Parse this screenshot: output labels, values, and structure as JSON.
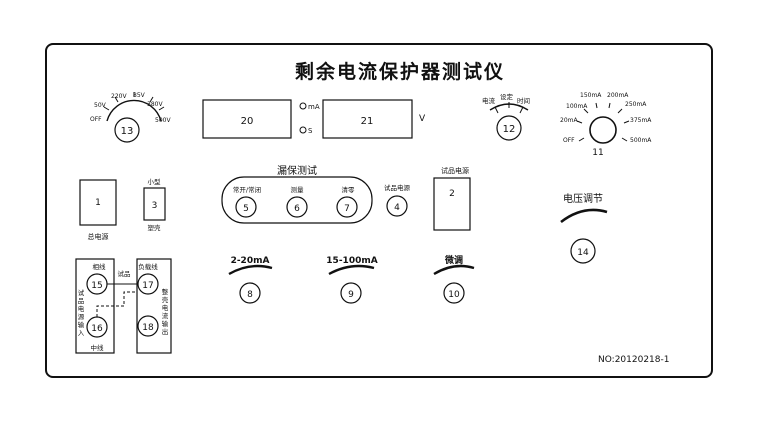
{
  "panel": {
    "title": "剩余电流保护器测试仪",
    "serial": "NO:20120218-1"
  },
  "voltage_selector": {
    "number": "13",
    "labels": [
      "OFF",
      "50V",
      "220V",
      "85V",
      "380V",
      "500V"
    ]
  },
  "displays": {
    "left": {
      "number": "20"
    },
    "right": {
      "number": "21",
      "unit": "V"
    },
    "indicators": [
      "mA",
      "S"
    ]
  },
  "mode_selector": {
    "number": "12",
    "labels": [
      "电流",
      "设定",
      "时间"
    ]
  },
  "current_selector": {
    "number": "11",
    "labels": [
      "OFF",
      "20mA",
      "100mA",
      "150mA",
      "200mA",
      "250mA",
      "375mA",
      "500mA"
    ]
  },
  "power_switch": {
    "number": "1",
    "label": "总电源"
  },
  "small_switch": {
    "number": "3",
    "top_label": "小型",
    "bottom_label": "塑壳"
  },
  "leakage_test": {
    "title": "漏保测试",
    "buttons": [
      {
        "label": "常开/常闭",
        "number": "5"
      },
      {
        "label": "测量",
        "number": "6"
      },
      {
        "label": "清零",
        "number": "7"
      }
    ]
  },
  "sample_power_button": {
    "label": "试品电源",
    "number": "4"
  },
  "sample_power_switch": {
    "label": "试品电源",
    "number": "2"
  },
  "voltage_adjust": {
    "label": "电压调节",
    "number": "14"
  },
  "current_knobs": [
    {
      "label": "2-20mA",
      "number": "8"
    },
    {
      "label": "15-100mA",
      "number": "9"
    },
    {
      "label": "微调",
      "number": "10"
    }
  ],
  "input_block": {
    "phase_label": "相线",
    "neutral_label": "中线",
    "side_text": [
      "试",
      "品",
      "电",
      "源",
      "输",
      "入"
    ],
    "terminal_top": "15",
    "terminal_bottom": "16",
    "link_label": "试品"
  },
  "output_block": {
    "load_label": "负载线",
    "side_text": [
      "整",
      "壳",
      "电",
      "流",
      "输",
      "出"
    ],
    "terminal_top": "17",
    "terminal_bottom": "18"
  }
}
